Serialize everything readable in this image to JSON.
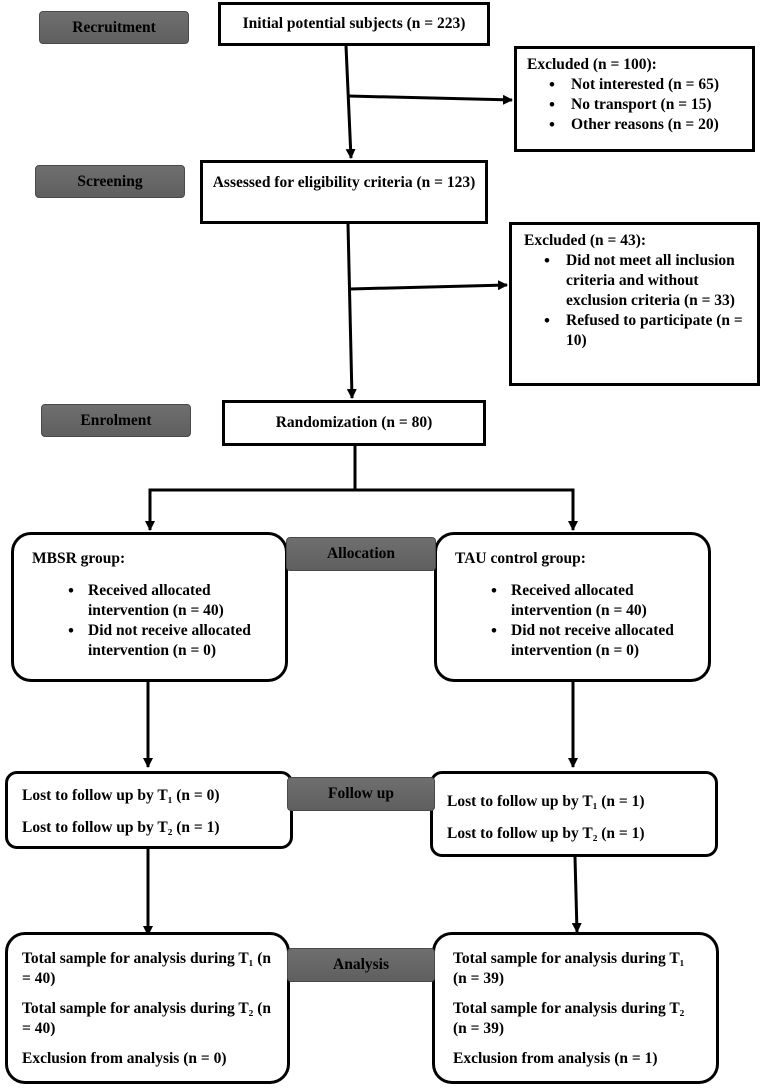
{
  "stages": {
    "recruitment": "Recruitment",
    "screening": "Screening",
    "enrolment": "Enrolment",
    "allocation": "Allocation",
    "follow_up": "Follow up",
    "analysis": "Analysis"
  },
  "recruitment_box": "Initial potential subjects (n = 223)",
  "excluded_1": {
    "title": "Excluded (n = 100):",
    "items": [
      "Not interested (n = 65)",
      "No transport (n = 15)",
      "Other reasons (n = 20)"
    ]
  },
  "screening_box": "Assessed for eligibility criteria (n = 123)",
  "excluded_2": {
    "title": "Excluded (n = 43):",
    "items": [
      "Did not meet all inclusion criteria and without exclusion criteria (n = 33)",
      "Refused to participate (n = 10)"
    ]
  },
  "randomization_box": "Randomization (n = 80)",
  "mbsr": {
    "title": "MBSR group:",
    "items": [
      "Received allocated intervention (n = 40)",
      "Did not receive allocated intervention (n = 0)"
    ]
  },
  "tau": {
    "title": "TAU control group:",
    "items": [
      "Received allocated intervention (n = 40)",
      "Did not receive allocated intervention (n = 0)"
    ]
  },
  "followup_left": {
    "t1": "Lost to follow up by T₁ (n = 0)",
    "t2": "Lost to follow up by T₂ (n = 1)"
  },
  "followup_right": {
    "t1": "Lost to follow up by T₁ (n = 1)",
    "t2": "Lost to follow up by T₂ (n = 1)"
  },
  "analysis_left": {
    "t1": "Total sample for analysis during T₁ (n = 40)",
    "t2": "Total sample for analysis during T₂ (n = 40)",
    "excl": "Exclusion from analysis (n = 0)"
  },
  "analysis_right": {
    "t1": "Total sample for analysis during T₁ (n = 39)",
    "t2": "Total sample for analysis during T₂ (n = 39)",
    "excl": "Exclusion from analysis (n = 1)"
  }
}
